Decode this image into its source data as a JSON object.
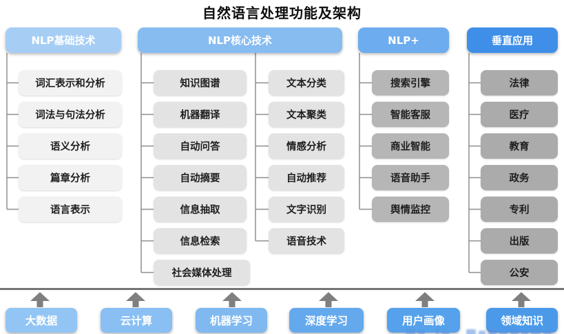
{
  "title": "自然语言处理功能及架构",
  "columns": [
    {
      "header": "NLP基础技术",
      "items": [
        "词汇表示和分析",
        "词法与句法分析",
        "语义分析",
        "篇章分析",
        "语言表示"
      ]
    },
    {
      "header": "NLP核心技术",
      "items_left": [
        "知识图谱",
        "机器翻译",
        "自动问答",
        "自动摘要",
        "信息抽取",
        "信息检索",
        "社会媒体处理"
      ],
      "items_right": [
        "文本分类",
        "文本聚类",
        "情感分析",
        "自动推荐",
        "文字识别",
        "语音技术"
      ]
    },
    {
      "header": "NLP+",
      "items": [
        "搜索引擎",
        "智能客服",
        "商业智能",
        "语音助手",
        "舆情监控"
      ]
    },
    {
      "header": "垂直应用",
      "items": [
        "法律",
        "医疗",
        "教育",
        "政务",
        "专利",
        "出版",
        "公安"
      ]
    }
  ],
  "foundation_items": [
    "大数据",
    "云计算",
    "机器学习",
    "深度学习",
    "用户画像",
    "领域知识"
  ],
  "colors": {
    "header_blues": [
      "#a6cef5",
      "#87bcf1",
      "#6dacee",
      "#3f8fe8"
    ],
    "column_box_grays": [
      "#f2f2f2",
      "#e3e3e3",
      "#b6b6b6",
      "#ababab"
    ],
    "foundation_blues": [
      "#92c5f3",
      "#89bff2",
      "#80b9f0",
      "#64a9ed",
      "#55a1eb",
      "#4b9aea"
    ],
    "connector": "#8e8e8e",
    "arrow": "#7f7f7f",
    "separator": "#747474",
    "title_text": "#0d0d0d"
  }
}
